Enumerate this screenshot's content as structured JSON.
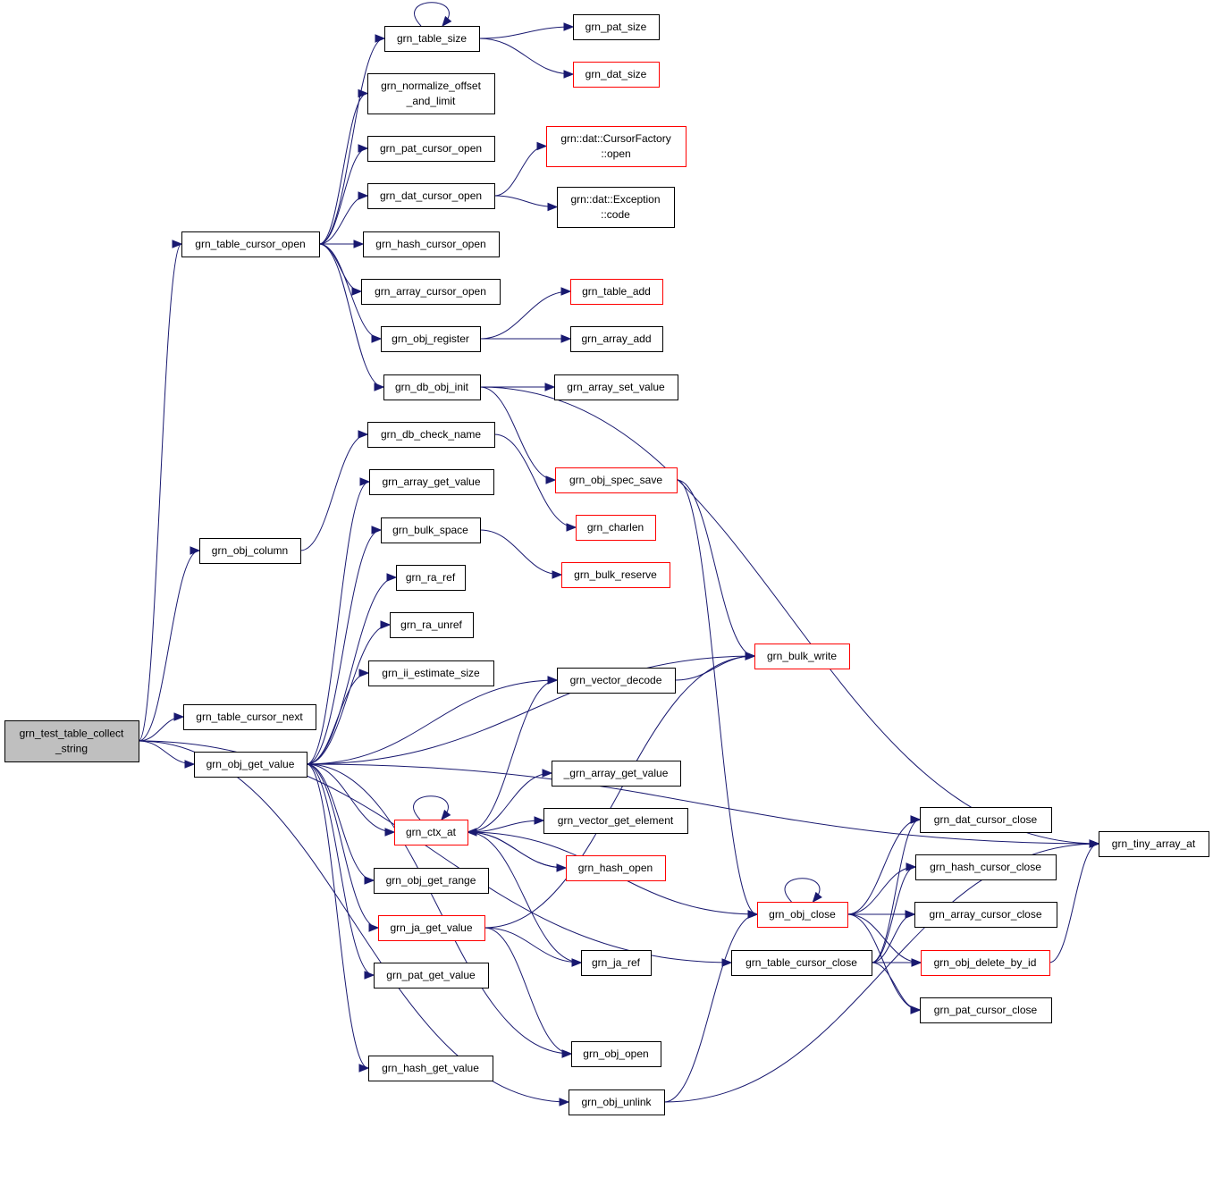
{
  "colors": {
    "edge": "#191970",
    "node_border": "#000000",
    "external_border": "#ff0000",
    "root_fill": "#bfbfbf"
  },
  "nodes": [
    {
      "id": "root",
      "lines": [
        "grn_test_table_collect",
        "_string"
      ],
      "style": "root"
    },
    {
      "id": "table_cursor_open",
      "lines": [
        "grn_table_cursor_open"
      ],
      "style": "normal"
    },
    {
      "id": "obj_column",
      "lines": [
        "grn_obj_column"
      ],
      "style": "normal"
    },
    {
      "id": "table_cursor_next",
      "lines": [
        "grn_table_cursor_next"
      ],
      "style": "normal"
    },
    {
      "id": "obj_get_value",
      "lines": [
        "grn_obj_get_value"
      ],
      "style": "normal"
    },
    {
      "id": "table_size",
      "lines": [
        "grn_table_size"
      ],
      "style": "normal"
    },
    {
      "id": "normalize",
      "lines": [
        "grn_normalize_offset",
        "_and_limit"
      ],
      "style": "normal"
    },
    {
      "id": "pat_cursor_open",
      "lines": [
        "grn_pat_cursor_open"
      ],
      "style": "normal"
    },
    {
      "id": "dat_cursor_open",
      "lines": [
        "grn_dat_cursor_open"
      ],
      "style": "normal"
    },
    {
      "id": "hash_cursor_open",
      "lines": [
        "grn_hash_cursor_open"
      ],
      "style": "normal"
    },
    {
      "id": "array_cursor_open",
      "lines": [
        "grn_array_cursor_open"
      ],
      "style": "normal"
    },
    {
      "id": "obj_register",
      "lines": [
        "grn_obj_register"
      ],
      "style": "normal"
    },
    {
      "id": "db_obj_init",
      "lines": [
        "grn_db_obj_init"
      ],
      "style": "normal"
    },
    {
      "id": "db_check_name",
      "lines": [
        "grn_db_check_name"
      ],
      "style": "normal"
    },
    {
      "id": "array_get_value",
      "lines": [
        "grn_array_get_value"
      ],
      "style": "normal"
    },
    {
      "id": "bulk_space",
      "lines": [
        "grn_bulk_space"
      ],
      "style": "normal"
    },
    {
      "id": "ra_ref",
      "lines": [
        "grn_ra_ref"
      ],
      "style": "normal"
    },
    {
      "id": "ra_unref",
      "lines": [
        "grn_ra_unref"
      ],
      "style": "normal"
    },
    {
      "id": "ii_estimate_size",
      "lines": [
        "grn_ii_estimate_size"
      ],
      "style": "normal"
    },
    {
      "id": "ctx_at",
      "lines": [
        "grn_ctx_at"
      ],
      "style": "red"
    },
    {
      "id": "obj_get_range",
      "lines": [
        "grn_obj_get_range"
      ],
      "style": "normal"
    },
    {
      "id": "ja_get_value",
      "lines": [
        "grn_ja_get_value"
      ],
      "style": "red"
    },
    {
      "id": "pat_get_value",
      "lines": [
        "grn_pat_get_value"
      ],
      "style": "normal"
    },
    {
      "id": "hash_get_value",
      "lines": [
        "grn_hash_get_value"
      ],
      "style": "normal"
    },
    {
      "id": "pat_size",
      "lines": [
        "grn_pat_size"
      ],
      "style": "normal"
    },
    {
      "id": "dat_size",
      "lines": [
        "grn_dat_size"
      ],
      "style": "red"
    },
    {
      "id": "cursor_factory",
      "lines": [
        "grn::dat::CursorFactory",
        "::open"
      ],
      "style": "red"
    },
    {
      "id": "exception_code",
      "lines": [
        "grn::dat::Exception",
        "::code"
      ],
      "style": "normal"
    },
    {
      "id": "table_add",
      "lines": [
        "grn_table_add"
      ],
      "style": "red"
    },
    {
      "id": "array_add",
      "lines": [
        "grn_array_add"
      ],
      "style": "normal"
    },
    {
      "id": "array_set_value",
      "lines": [
        "grn_array_set_value"
      ],
      "style": "normal"
    },
    {
      "id": "obj_spec_save",
      "lines": [
        "grn_obj_spec_save"
      ],
      "style": "red"
    },
    {
      "id": "charlen",
      "lines": [
        "grn_charlen"
      ],
      "style": "red"
    },
    {
      "id": "bulk_reserve",
      "lines": [
        "grn_bulk_reserve"
      ],
      "style": "red"
    },
    {
      "id": "vector_decode",
      "lines": [
        "grn_vector_decode"
      ],
      "style": "normal"
    },
    {
      "id": "_array_get_value",
      "lines": [
        "_grn_array_get_value"
      ],
      "style": "normal"
    },
    {
      "id": "vector_get_element",
      "lines": [
        "grn_vector_get_element"
      ],
      "style": "normal"
    },
    {
      "id": "hash_open",
      "lines": [
        "grn_hash_open"
      ],
      "style": "red"
    },
    {
      "id": "ja_ref",
      "lines": [
        "grn_ja_ref"
      ],
      "style": "normal"
    },
    {
      "id": "obj_open",
      "lines": [
        "grn_obj_open"
      ],
      "style": "normal"
    },
    {
      "id": "obj_unlink",
      "lines": [
        "grn_obj_unlink"
      ],
      "style": "normal"
    },
    {
      "id": "bulk_write",
      "lines": [
        "grn_bulk_write"
      ],
      "style": "red"
    },
    {
      "id": "obj_close",
      "lines": [
        "grn_obj_close"
      ],
      "style": "red"
    },
    {
      "id": "table_cursor_close",
      "lines": [
        "grn_table_cursor_close"
      ],
      "style": "normal"
    },
    {
      "id": "dat_cursor_close",
      "lines": [
        "grn_dat_cursor_close"
      ],
      "style": "normal"
    },
    {
      "id": "hash_cursor_close",
      "lines": [
        "grn_hash_cursor_close"
      ],
      "style": "normal"
    },
    {
      "id": "array_cursor_close",
      "lines": [
        "grn_array_cursor_close"
      ],
      "style": "normal"
    },
    {
      "id": "obj_delete_by_id",
      "lines": [
        "grn_obj_delete_by_id"
      ],
      "style": "red"
    },
    {
      "id": "pat_cursor_close",
      "lines": [
        "grn_pat_cursor_close"
      ],
      "style": "normal"
    },
    {
      "id": "tiny_array_at",
      "lines": [
        "grn_tiny_array_at"
      ],
      "style": "normal"
    }
  ],
  "edges": [
    [
      "root",
      "table_cursor_open"
    ],
    [
      "root",
      "obj_column"
    ],
    [
      "root",
      "table_cursor_next"
    ],
    [
      "root",
      "obj_get_value"
    ],
    [
      "root",
      "obj_unlink"
    ],
    [
      "root",
      "table_cursor_close"
    ],
    [
      "table_cursor_open",
      "table_size"
    ],
    [
      "table_cursor_open",
      "normalize"
    ],
    [
      "table_cursor_open",
      "pat_cursor_open"
    ],
    [
      "table_cursor_open",
      "dat_cursor_open"
    ],
    [
      "table_cursor_open",
      "hash_cursor_open"
    ],
    [
      "table_cursor_open",
      "array_cursor_open"
    ],
    [
      "table_cursor_open",
      "obj_register"
    ],
    [
      "table_cursor_open",
      "db_obj_init"
    ],
    [
      "table_size",
      "table_size"
    ],
    [
      "table_size",
      "pat_size"
    ],
    [
      "table_size",
      "dat_size"
    ],
    [
      "dat_cursor_open",
      "cursor_factory"
    ],
    [
      "dat_cursor_open",
      "exception_code"
    ],
    [
      "obj_register",
      "table_add"
    ],
    [
      "obj_register",
      "array_add"
    ],
    [
      "db_obj_init",
      "array_set_value"
    ],
    [
      "db_obj_init",
      "obj_spec_save"
    ],
    [
      "db_obj_init",
      "tiny_array_at"
    ],
    [
      "obj_column",
      "db_check_name"
    ],
    [
      "db_check_name",
      "charlen"
    ],
    [
      "obj_spec_save",
      "bulk_write"
    ],
    [
      "obj_spec_save",
      "obj_close"
    ],
    [
      "bulk_space",
      "bulk_reserve"
    ],
    [
      "obj_get_value",
      "array_get_value"
    ],
    [
      "obj_get_value",
      "bulk_space"
    ],
    [
      "obj_get_value",
      "ra_ref"
    ],
    [
      "obj_get_value",
      "ra_unref"
    ],
    [
      "obj_get_value",
      "ii_estimate_size"
    ],
    [
      "obj_get_value",
      "bulk_write"
    ],
    [
      "obj_get_value",
      "vector_decode"
    ],
    [
      "obj_get_value",
      "tiny_array_at"
    ],
    [
      "obj_get_value",
      "ctx_at"
    ],
    [
      "obj_get_value",
      "obj_get_range"
    ],
    [
      "obj_get_value",
      "ja_get_value"
    ],
    [
      "obj_get_value",
      "pat_get_value"
    ],
    [
      "obj_get_value",
      "obj_open"
    ],
    [
      "obj_get_value",
      "hash_get_value"
    ],
    [
      "vector_decode",
      "bulk_write"
    ],
    [
      "ctx_at",
      "ctx_at"
    ],
    [
      "ctx_at",
      "vector_decode"
    ],
    [
      "ctx_at",
      "_array_get_value"
    ],
    [
      "ctx_at",
      "vector_get_element"
    ],
    [
      "ctx_at",
      "hash_open"
    ],
    [
      "ctx_at",
      "obj_close"
    ],
    [
      "ctx_at",
      "ja_ref"
    ],
    [
      "hash_open",
      "ctx_at"
    ],
    [
      "ja_get_value",
      "ja_ref"
    ],
    [
      "ja_get_value",
      "obj_open"
    ],
    [
      "ja_get_value",
      "bulk_write"
    ],
    [
      "obj_unlink",
      "obj_close"
    ],
    [
      "obj_unlink",
      "tiny_array_at"
    ],
    [
      "obj_close",
      "obj_close"
    ],
    [
      "obj_close",
      "dat_cursor_close"
    ],
    [
      "obj_close",
      "hash_cursor_close"
    ],
    [
      "obj_close",
      "array_cursor_close"
    ],
    [
      "obj_close",
      "obj_delete_by_id"
    ],
    [
      "obj_close",
      "pat_cursor_close"
    ],
    [
      "table_cursor_close",
      "dat_cursor_close"
    ],
    [
      "table_cursor_close",
      "hash_cursor_close"
    ],
    [
      "table_cursor_close",
      "array_cursor_close"
    ],
    [
      "table_cursor_close",
      "obj_delete_by_id"
    ],
    [
      "table_cursor_close",
      "pat_cursor_close"
    ],
    [
      "obj_delete_by_id",
      "tiny_array_at"
    ]
  ]
}
